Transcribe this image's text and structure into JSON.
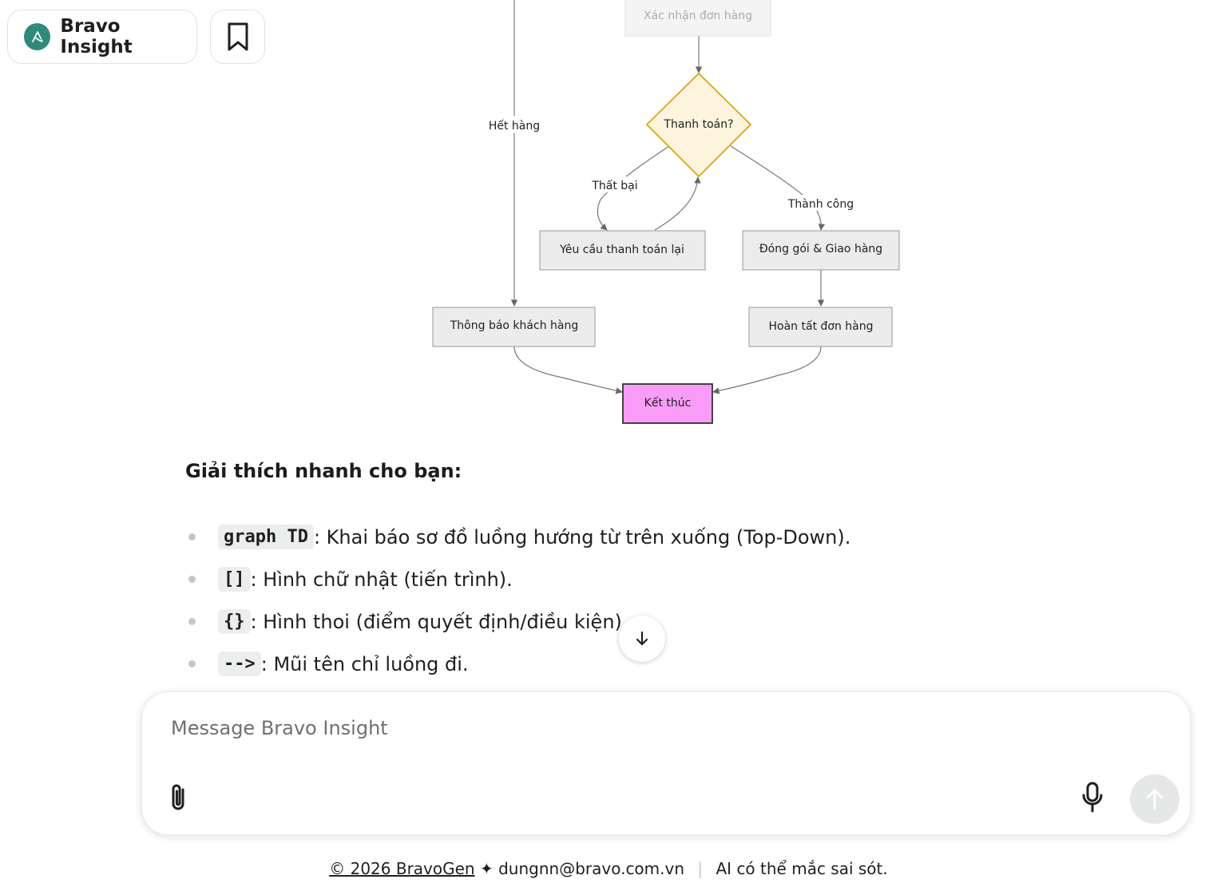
{
  "header": {
    "brand_name": "Bravo Insight"
  },
  "diagram": {
    "nodes": {
      "confirm": "Xác nhận đơn hàng",
      "payment": "Thanh toán?",
      "retry": "Yêu cầu thanh toán lại",
      "pack": "Đóng gói & Giao hàng",
      "notify": "Thông báo khách hàng",
      "complete": "Hoàn tất đơn hàng",
      "end": "Kết thúc"
    },
    "edges": {
      "out_of_stock": "Hết hàng",
      "fail": "Thất bại",
      "success": "Thành công"
    },
    "colors": {
      "decision_fill": "#fff4dd",
      "decision_stroke": "#d4a100",
      "end_fill": "#f99cf7",
      "node_fill": "#ececec"
    }
  },
  "content": {
    "heading": "Giải thích nhanh cho bạn:",
    "items": [
      {
        "code": "graph TD",
        "text": ": Khai báo sơ đồ luồng hướng từ trên xuống (Top-Down)."
      },
      {
        "code": "[]",
        "text": ": Hình chữ nhật (tiến trình)."
      },
      {
        "code": "{}",
        "text": ": Hình thoi (điểm quyết định/điều kiện)."
      },
      {
        "code": "-->",
        "text": ": Mũi tên chỉ luồng đi."
      }
    ]
  },
  "composer": {
    "placeholder": "Message Bravo Insight"
  },
  "footer": {
    "copyright": "© 2026 BravoGen",
    "star": "✦",
    "email": "dungnn@bravo.com.vn",
    "separator": "|",
    "disclaimer": "AI có thể mắc sai sót."
  },
  "icons": {
    "logo": "bravo-logo-icon",
    "bookmark": "bookmark-icon",
    "scroll": "arrow-down-icon",
    "attach": "paperclip-icon",
    "mic": "microphone-icon",
    "send": "arrow-up-icon"
  }
}
